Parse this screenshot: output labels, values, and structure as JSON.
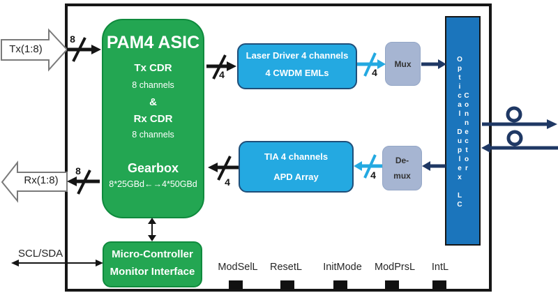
{
  "module": {
    "ports": {
      "tx_label": "Tx(1:8)",
      "tx_bus_width": "8",
      "rx_label": "Rx(1:8)",
      "rx_bus_width": "8",
      "i2c_label": "SCL/SDA"
    },
    "asic": {
      "title": "PAM4 ASIC",
      "tx_cdr_label": "Tx CDR",
      "tx_cdr_channels": "8 channels",
      "joiner": "&",
      "rx_cdr_label": "Rx CDR",
      "rx_cdr_channels": "8 channels",
      "gearbox_label": "Gearbox",
      "gearbox_rates": "8*25GBd←→4*50GBd",
      "tx_out_width": "4",
      "rx_in_width": "4"
    },
    "tx_optics": {
      "laser_driver_line1": "Laser Driver 4 channels",
      "laser_driver_line2": "4 CWDM EMLs",
      "to_mux_width": "4",
      "mux_label": "Mux"
    },
    "rx_optics": {
      "tia_line1": "TIA 4 channels",
      "tia_line2": "APD Array",
      "from_demux_width": "4",
      "demux_line1": "De-",
      "demux_line2": "mux"
    },
    "connector": {
      "label": "Optical Duplex LC Connector"
    },
    "mcu": {
      "line1": "Micro-Controller",
      "line2": "Monitor Interface"
    },
    "pins": [
      {
        "label": "ModSelL"
      },
      {
        "label": "ResetL"
      },
      {
        "label": "InitMode"
      },
      {
        "label": "ModPrsL"
      },
      {
        "label": "IntL"
      }
    ],
    "colors": {
      "asic_green": "#23a652",
      "optics_cyan": "#24a9e1",
      "connector_blue": "#1b75bc",
      "mux_gray": "#a6b5d2",
      "fiber_navy": "#1f3864"
    }
  }
}
